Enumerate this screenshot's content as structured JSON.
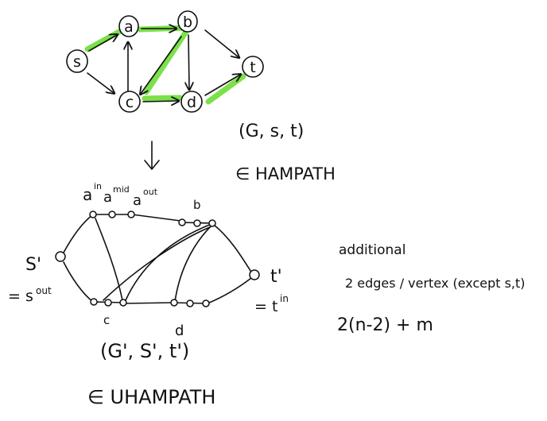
{
  "colors": {
    "ink": "#111111",
    "highlight": "#7be04a",
    "paper": "#ffffff"
  },
  "top_graph": {
    "nodes": {
      "s": "s",
      "a": "a",
      "b": "b",
      "c": "c",
      "d": "d",
      "t": "t"
    },
    "instance": "(G, s, t)",
    "membership": "∈ HAMPATH"
  },
  "arrow_icon": "down-arrow-icon",
  "bottom_graph": {
    "labels": {
      "a_in": "a",
      "a_in_sup": "in",
      "a_mid": "a",
      "a_mid_sup": "mid",
      "a_out": "a",
      "a_out_sup": "out",
      "b": "b",
      "c": "c",
      "d": "d",
      "s_prime": "S'",
      "s_eq": "= s",
      "s_eq_sup": "out",
      "t_prime": "t'",
      "t_eq": "= t",
      "t_eq_sup": "in"
    },
    "instance": "(G', S', t')",
    "membership": "∈ UHAMPATH"
  },
  "notes": {
    "line1": "additional",
    "line2": "2 edges / vertex (except s,t)",
    "formula": "2(n-2) + m"
  }
}
